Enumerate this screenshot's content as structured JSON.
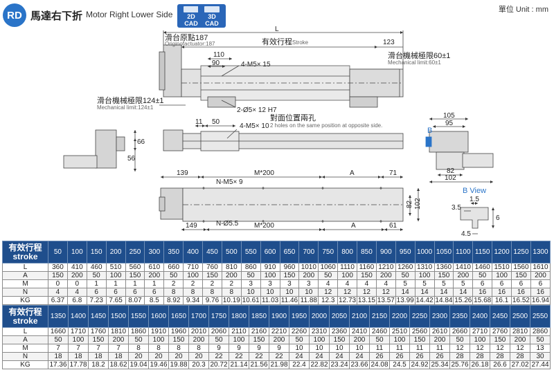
{
  "header": {
    "badge": "RD",
    "title_cn": "馬達右下折",
    "title_en": "Motor Right Lower Side",
    "cad_2d_top": "2D",
    "cad_2d_bottom": "CAD",
    "cad_3d_top": "3D",
    "cad_3d_bottom": "CAD",
    "unit": "單位 Unit : mm"
  },
  "drawing": {
    "top": {
      "L": "L",
      "origin_cn": "滑台原點187",
      "origin_en": "Originofactuator:187",
      "stroke_cn": "有效行程",
      "stroke_en": "Stroke",
      "d123": "123",
      "d110": "110",
      "d90": "90",
      "m5": "4-M5× 15",
      "limit60_cn": "滑台機械極限60±1",
      "limit60_en": "Mechanical limit:60±1",
      "limit124_cn": "滑台機械極限124±1",
      "limit124_en": "Mechanical limit:124±1",
      "phi5": "2-Ø5× 12 H7"
    },
    "middle": {
      "d11": "11",
      "d50": "50",
      "m5b": "4-M5× 10",
      "holes_cn": "對面位置兩孔",
      "holes_en": "2 holes on the same position at opposite side.",
      "d66": "66",
      "d56": "56"
    },
    "right": {
      "d105": "105",
      "d95": "95",
      "B": "B",
      "d82": "82",
      "d102": "102",
      "bview": "B View",
      "d15": "1.5",
      "d35": "3.5",
      "d6": "6",
      "d45": "4.5"
    },
    "bottom": {
      "d139": "139",
      "m200": "M*200",
      "A": "A",
      "d71": "71",
      "nm5": "N-M5× 9",
      "d82": "82",
      "d102": "102",
      "nphi": "N-Ø5.5",
      "d149": "149",
      "m200b": "M*200",
      "Ab": "A",
      "d61": "61"
    }
  },
  "table1": {
    "head_cn": "有效行程",
    "head_en": "stroke",
    "strokes": [
      "50",
      "100",
      "150",
      "200",
      "250",
      "300",
      "350",
      "400",
      "450",
      "500",
      "550",
      "600",
      "650",
      "700",
      "750",
      "800",
      "850",
      "900",
      "950",
      "1000",
      "1050",
      "1100",
      "1150",
      "1200",
      "1250",
      "1300"
    ],
    "rows": [
      {
        "label": "L",
        "values": [
          "360",
          "410",
          "460",
          "510",
          "560",
          "610",
          "660",
          "710",
          "760",
          "810",
          "860",
          "910",
          "960",
          "1010",
          "1060",
          "1110",
          "1160",
          "1210",
          "1260",
          "1310",
          "1360",
          "1410",
          "1460",
          "1510",
          "1560",
          "1610"
        ]
      },
      {
        "label": "A",
        "values": [
          "150",
          "200",
          "50",
          "100",
          "150",
          "200",
          "50",
          "100",
          "150",
          "200",
          "50",
          "100",
          "150",
          "200",
          "50",
          "100",
          "150",
          "200",
          "50",
          "100",
          "150",
          "200",
          "50",
          "100",
          "150",
          "200"
        ]
      },
      {
        "label": "M",
        "values": [
          "0",
          "0",
          "1",
          "1",
          "1",
          "1",
          "2",
          "2",
          "2",
          "2",
          "3",
          "3",
          "3",
          "3",
          "4",
          "4",
          "4",
          "4",
          "5",
          "5",
          "5",
          "5",
          "6",
          "6",
          "6",
          "6"
        ]
      },
      {
        "label": "N",
        "values": [
          "4",
          "4",
          "6",
          "6",
          "6",
          "6",
          "8",
          "8",
          "8",
          "8",
          "10",
          "10",
          "10",
          "10",
          "12",
          "12",
          "12",
          "12",
          "14",
          "14",
          "14",
          "14",
          "16",
          "16",
          "16",
          "16"
        ]
      },
      {
        "label": "KG",
        "values": [
          "6.37",
          "6.8",
          "7.23",
          "7.65",
          "8.07",
          "8.5",
          "8.92",
          "9.34",
          "9.76",
          "10.19",
          "10.61",
          "11.03",
          "11.46",
          "11.88",
          "12.3",
          "12.73",
          "13.15",
          "13.57",
          "13.99",
          "14.42",
          "14.84",
          "15.26",
          "15.68",
          "16.1",
          "16.52",
          "16.94"
        ]
      }
    ]
  },
  "table2": {
    "head_cn": "有效行程",
    "head_en": "stroke",
    "strokes": [
      "1350",
      "1400",
      "1450",
      "1500",
      "1550",
      "1600",
      "1650",
      "1700",
      "1750",
      "1800",
      "1850",
      "1900",
      "1950",
      "2000",
      "2050",
      "2100",
      "2150",
      "2200",
      "2250",
      "2300",
      "2350",
      "2400",
      "2450",
      "2500",
      "2550"
    ],
    "rows": [
      {
        "label": "L",
        "values": [
          "1660",
          "1710",
          "1760",
          "1810",
          "1860",
          "1910",
          "1960",
          "2010",
          "2060",
          "2110",
          "2160",
          "2210",
          "2260",
          "2310",
          "2360",
          "2410",
          "2460",
          "2510",
          "2560",
          "2610",
          "2660",
          "2710",
          "2760",
          "2810",
          "2860"
        ]
      },
      {
        "label": "A",
        "values": [
          "50",
          "100",
          "150",
          "200",
          "50",
          "100",
          "150",
          "200",
          "50",
          "100",
          "150",
          "200",
          "50",
          "100",
          "150",
          "200",
          "50",
          "100",
          "150",
          "200",
          "50",
          "100",
          "150",
          "200",
          "50"
        ]
      },
      {
        "label": "M",
        "values": [
          "7",
          "7",
          "7",
          "7",
          "8",
          "8",
          "8",
          "8",
          "9",
          "9",
          "9",
          "9",
          "10",
          "10",
          "10",
          "10",
          "11",
          "11",
          "11",
          "11",
          "12",
          "12",
          "12",
          "12",
          "13"
        ]
      },
      {
        "label": "N",
        "values": [
          "18",
          "18",
          "18",
          "18",
          "20",
          "20",
          "20",
          "20",
          "22",
          "22",
          "22",
          "22",
          "24",
          "24",
          "24",
          "24",
          "26",
          "26",
          "26",
          "26",
          "28",
          "28",
          "28",
          "28",
          "30"
        ]
      },
      {
        "label": "KG",
        "values": [
          "17.36",
          "17.78",
          "18.2",
          "18.62",
          "19.04",
          "19.46",
          "19.88",
          "20.3",
          "20.72",
          "21.14",
          "21.56",
          "21.98",
          "22.4",
          "22.82",
          "23.24",
          "23.66",
          "24.08",
          "24.5",
          "24.92",
          "25.34",
          "25.76",
          "26.18",
          "26.6",
          "27.02",
          "27.44"
        ]
      }
    ]
  }
}
